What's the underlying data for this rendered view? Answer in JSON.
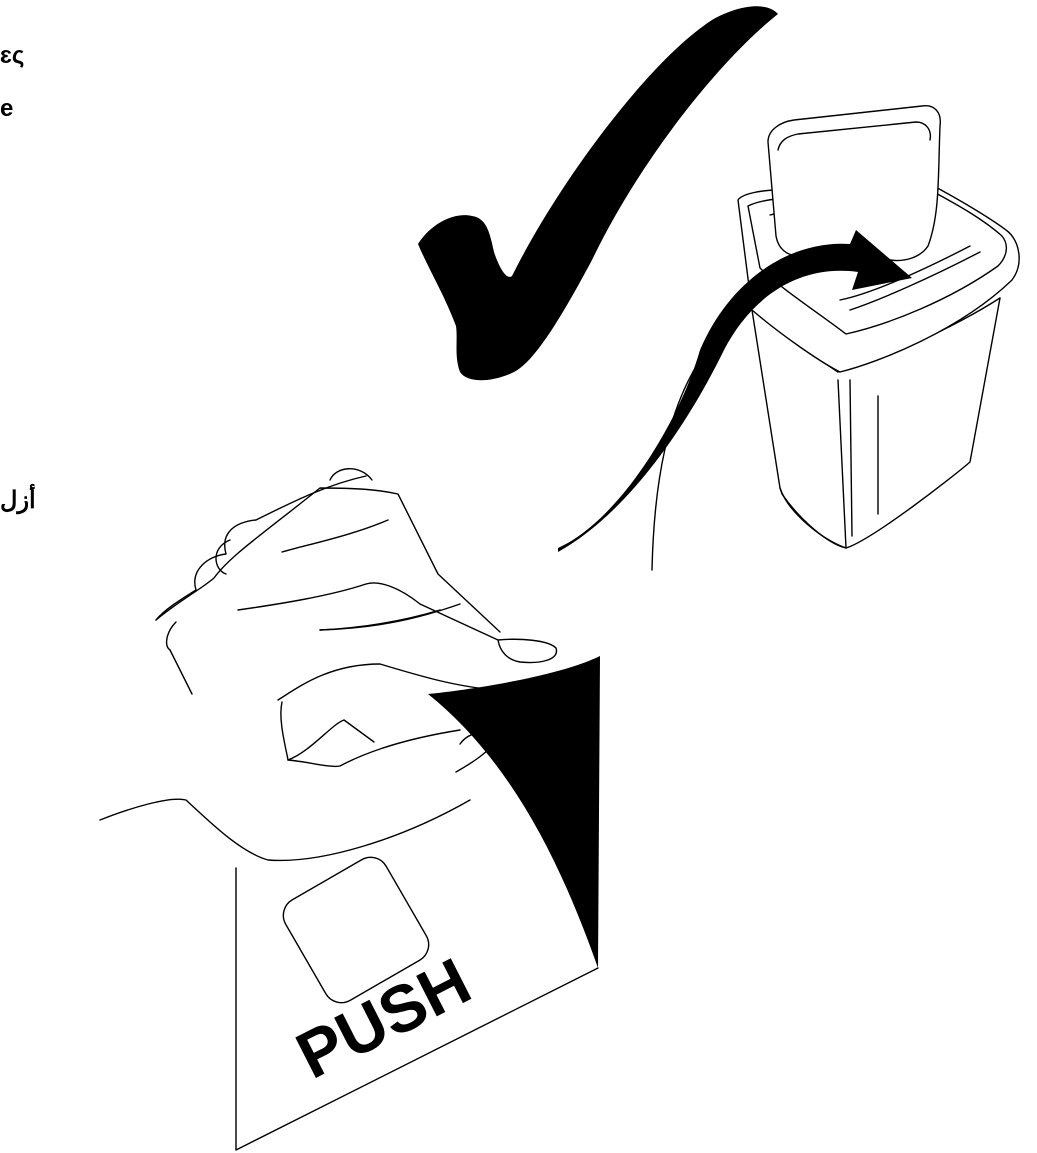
{
  "fragments": {
    "line1": "ɛς",
    "line2": "e",
    "line3": "أزل"
  },
  "tab_label": "PUSH",
  "icons": {
    "checkmark": "checkmark-icon",
    "trash_bin": "trash-bin-icon",
    "arrow": "curved-arrow-icon",
    "hand": "hand-icon",
    "tab": "push-tab-icon"
  },
  "colors": {
    "ink": "#000000",
    "paper": "#ffffff"
  }
}
